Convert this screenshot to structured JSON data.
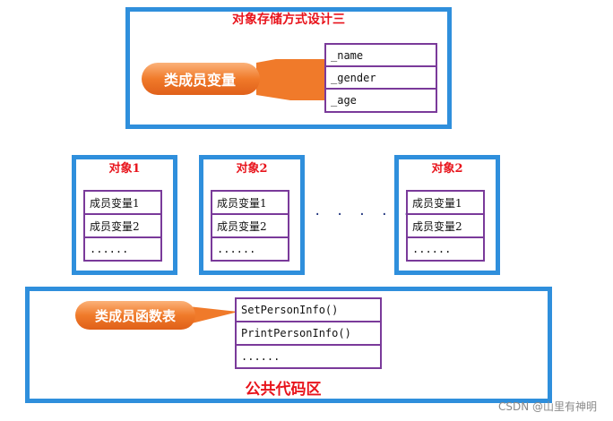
{
  "top": {
    "title": "对象存储方式设计三",
    "callout": "类成员变量",
    "fields": [
      "_name",
      "_gender",
      "_age"
    ]
  },
  "objects": [
    {
      "title": "对象1",
      "rows": [
        "成员变量1",
        "成员变量2",
        "......"
      ]
    },
    {
      "title": "对象2",
      "rows": [
        "成员变量1",
        "成员变量2",
        "......"
      ]
    },
    {
      "title": "对象2",
      "rows": [
        "成员变量1",
        "成员变量2",
        "......"
      ]
    }
  ],
  "ellipsis": ". . . . . .",
  "bottom": {
    "callout": "类成员函数表",
    "functions": [
      "SetPersonInfo()",
      "PrintPersonInfo()",
      "......"
    ],
    "label": "公共代码区"
  },
  "watermark": "CSDN @山里有神明",
  "colors": {
    "frame": "#2f8fdc",
    "title": "#e8141c",
    "table_border": "#7a3a9a",
    "callout": "#f07a2a"
  }
}
